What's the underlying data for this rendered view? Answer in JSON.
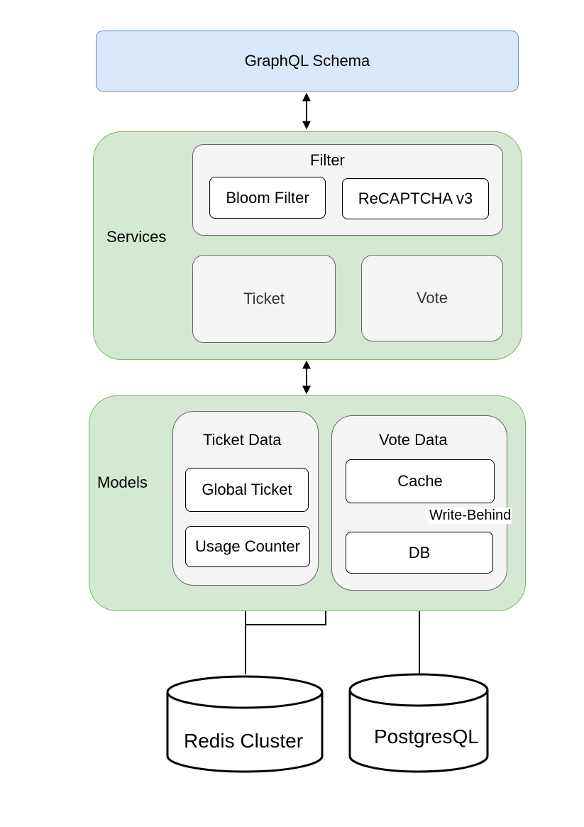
{
  "graphql": {
    "label": "GraphQL Schema"
  },
  "services": {
    "label": "Services",
    "filter": {
      "label": "Filter",
      "items": [
        "Bloom Filter",
        "ReCAPTCHA v3"
      ]
    },
    "ticket": "Ticket",
    "vote": "Vote"
  },
  "models": {
    "label": "Models",
    "ticket_data": {
      "label": "Ticket Data",
      "items": [
        "Global Ticket",
        "Usage Counter"
      ]
    },
    "vote_data": {
      "label": "Vote Data",
      "cache": "Cache",
      "db": "DB",
      "write_behind": "Write-Behind"
    }
  },
  "stores": {
    "redis": "Redis Cluster",
    "postgres": "PostgresQL"
  },
  "colors": {
    "graphql_fill": "#dae8fc",
    "graphql_stroke": "#6c8ebf",
    "group_fill": "#d5e8d4",
    "group_stroke": "#82b366",
    "sub_fill": "#f5f5f5",
    "sub_stroke": "#666666"
  }
}
